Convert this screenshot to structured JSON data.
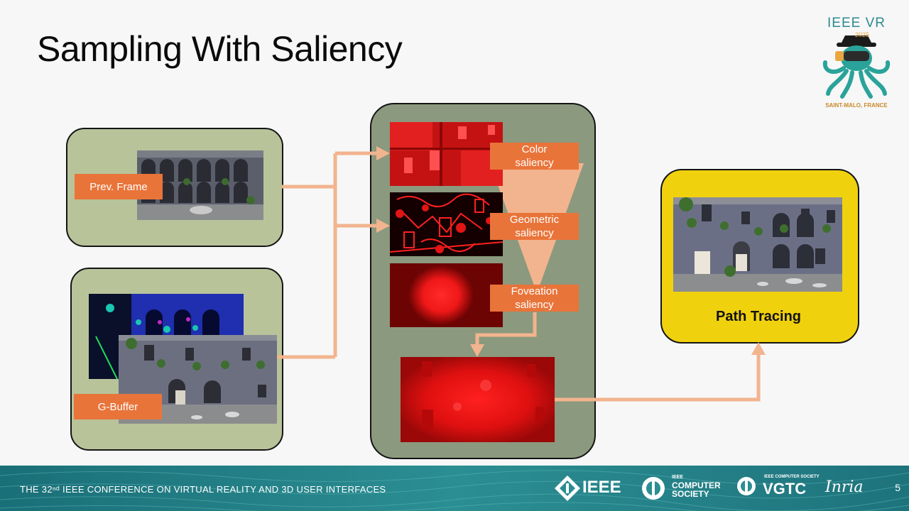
{
  "slide": {
    "title": "Sampling With Saliency",
    "page_number": "5"
  },
  "conference_logo": {
    "name": "IEEE VR",
    "year": "2025",
    "location": "SAINT-MALO, FRANCE"
  },
  "inputs": {
    "prev_frame_label": "Prev. Frame",
    "gbuffer_label": "G-Buffer"
  },
  "saliency": {
    "color_label": "Color saliency",
    "geometric_label": "Geometric saliency",
    "foveation_label": "Foveation saliency"
  },
  "output": {
    "label": "Path Tracing"
  },
  "colors": {
    "arrow": "#f2b48e",
    "tag": "#e9743a",
    "input_panel": "#b8c39a",
    "saliency_panel": "#8b997e",
    "output_panel": "#f0d10e"
  },
  "footer": {
    "conference_text": "THE 32ⁿᵈ IEEE CONFERENCE ON VIRTUAL REALITY AND 3D USER INTERFACES",
    "logos": {
      "ieee": "IEEE",
      "computer_society_small": "IEEE",
      "computer_society": "COMPUTER SOCIETY",
      "vgtc_small": "IEEE COMPUTER SOCIETY",
      "vgtc": "VGTC",
      "inria": "Inria"
    }
  }
}
